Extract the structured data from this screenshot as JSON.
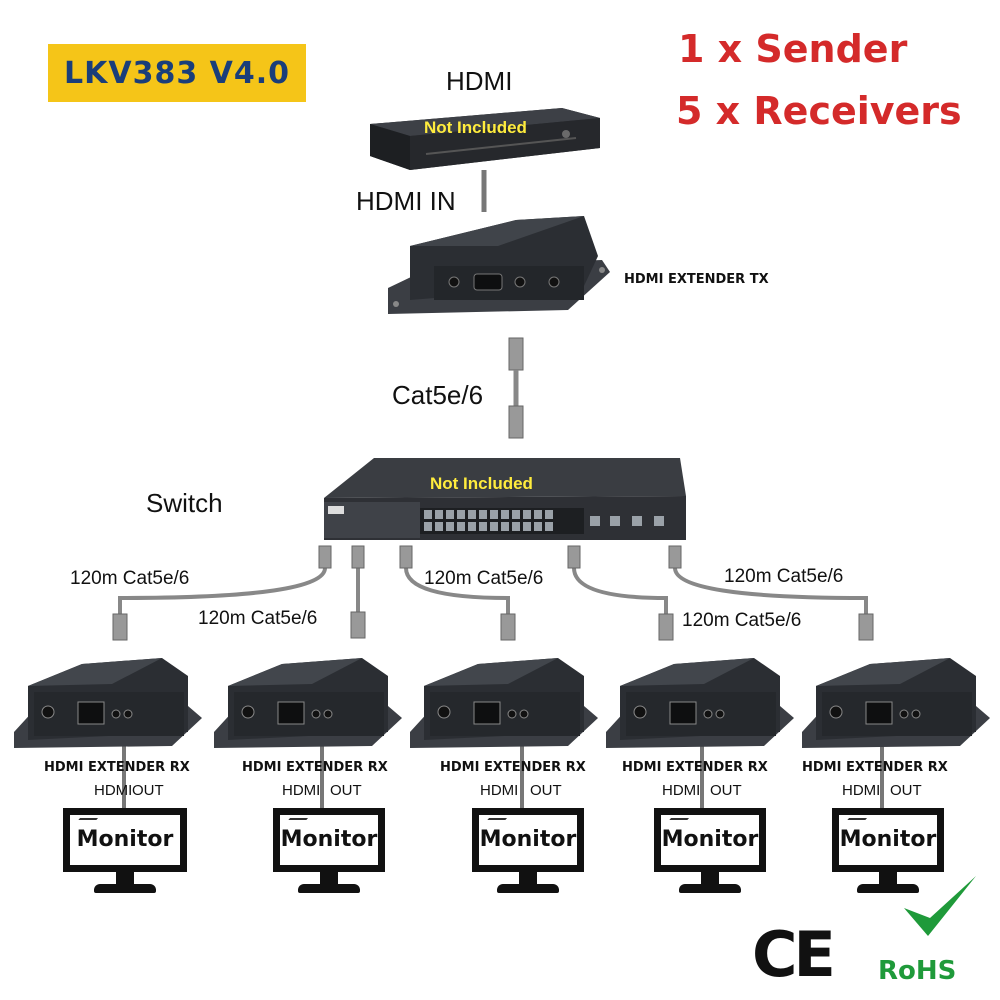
{
  "badge": {
    "model": "LKV383 V4.0"
  },
  "headline": {
    "line1": "1 x Sender",
    "line2": "5 x Receivers"
  },
  "source": {
    "label": "HDMI",
    "note": "Not Included",
    "input_label": "HDMI IN"
  },
  "transmitter": {
    "label": "HDMI EXTENDER TX"
  },
  "uplink": {
    "cable_label": "Cat5e/6"
  },
  "switch": {
    "label": "Switch",
    "note": "Not Included"
  },
  "cables": [
    "120m Cat5e/6",
    "120m Cat5e/6",
    "120m Cat5e/6",
    "120m Cat5e/6",
    "120m Cat5e/6"
  ],
  "receivers": [
    {
      "label": "HDMI EXTENDER RX",
      "port_left": "HDMI",
      "port_right": "OUT",
      "monitor": "Monitor"
    },
    {
      "label": "HDMI EXTENDER RX",
      "port_left": "HDMI",
      "port_right": "OUT",
      "monitor": "Monitor"
    },
    {
      "label": "HDMI EXTENDER RX",
      "port_left": "HDMI",
      "port_right": "OUT",
      "monitor": "Monitor"
    },
    {
      "label": "HDMI EXTENDER RX",
      "port_left": "HDMI",
      "port_right": "OUT",
      "monitor": "Monitor"
    },
    {
      "label": "HDMI EXTENDER RX",
      "port_left": "HDMI",
      "port_right": "OUT",
      "monitor": "Monitor"
    }
  ],
  "certifications": {
    "ce": "CE",
    "rohs": "RoHS"
  },
  "colors": {
    "badge": "#f5c518",
    "headline": "#d42a2a",
    "note": "#ffec3d",
    "device": "#2b2e33",
    "rohs": "#1f9a3a"
  }
}
